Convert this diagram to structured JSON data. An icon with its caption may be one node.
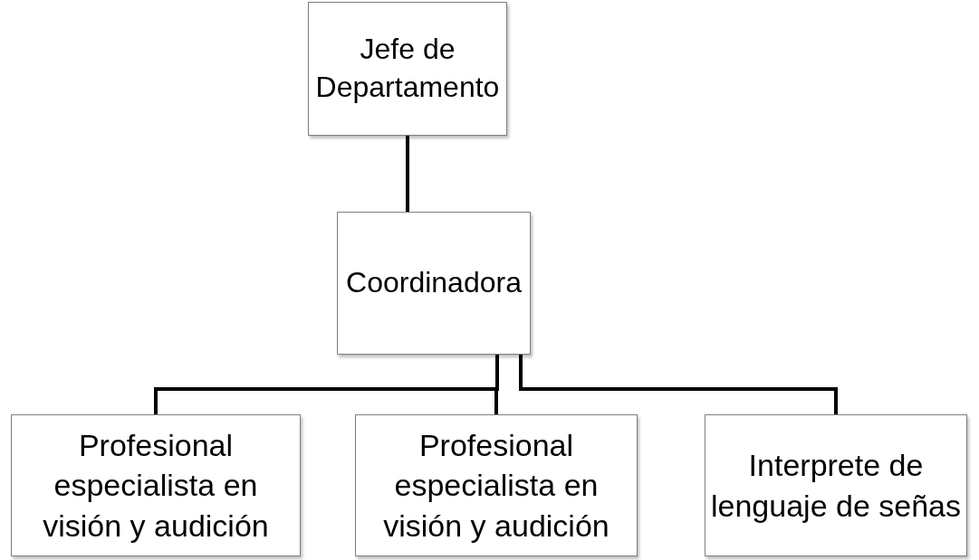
{
  "diagram": {
    "nodes": [
      {
        "text": [
          "Jefe de Departamento"
        ]
      },
      {
        "text": [
          "Coordinadora"
        ]
      },
      {
        "text": [
          "Profesional especialista en visión y audición"
        ]
      },
      {
        "text": [
          "Profesional especialista en visión y audición"
        ]
      },
      {
        "text": [
          "Interprete de lenguaje de señas"
        ]
      }
    ],
    "edges": [
      {
        "from": 0,
        "to": 1,
        "arrow": "none"
      },
      {
        "from": 1,
        "to": 2,
        "arrow": "none"
      },
      {
        "from": 1,
        "to": 3,
        "arrow": "none"
      },
      {
        "from": 1,
        "to": 4,
        "arrow": "none"
      }
    ]
  }
}
